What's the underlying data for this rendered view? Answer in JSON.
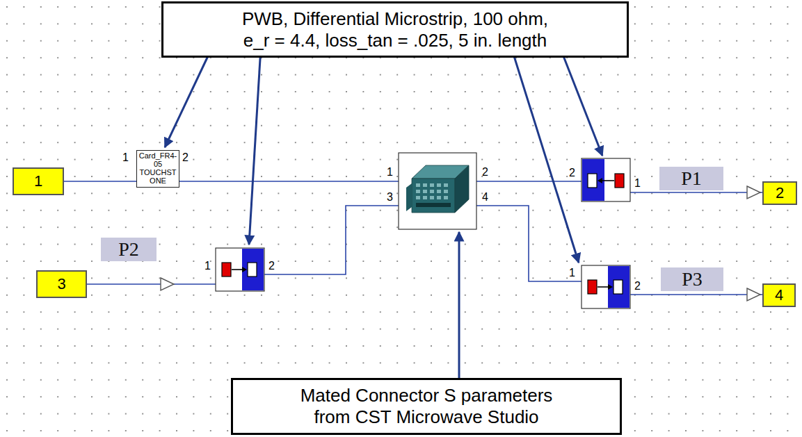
{
  "diagram": {
    "nodes": [
      {
        "text": [
          "PWB, Differential Microstrip, 100 ohm, e_r = 4.4, loss_tan = .025, 5 in. length"
        ]
      },
      {
        "text": [
          "1"
        ]
      },
      {
        "text": [
          "Card_FR4-05",
          "TOUCHSTONE"
        ]
      },
      {
        "text": [
          "P1"
        ]
      },
      {
        "text": [
          "2"
        ]
      },
      {
        "text": [
          "P2"
        ]
      },
      {
        "text": [
          "3"
        ]
      },
      {
        "text": [
          "P3"
        ]
      },
      {
        "text": [
          "4"
        ]
      },
      {
        "text": [
          "Mated Connector S parameters from CST Microwave Studio"
        ]
      }
    ],
    "edges": [
      {
        "from": 1,
        "to": 2,
        "arrow": "none"
      }
    ],
    "labels": [
      "1",
      "2",
      "1",
      "2",
      "3",
      "4",
      "2",
      "1",
      "1",
      "2",
      "1",
      "2"
    ]
  }
}
